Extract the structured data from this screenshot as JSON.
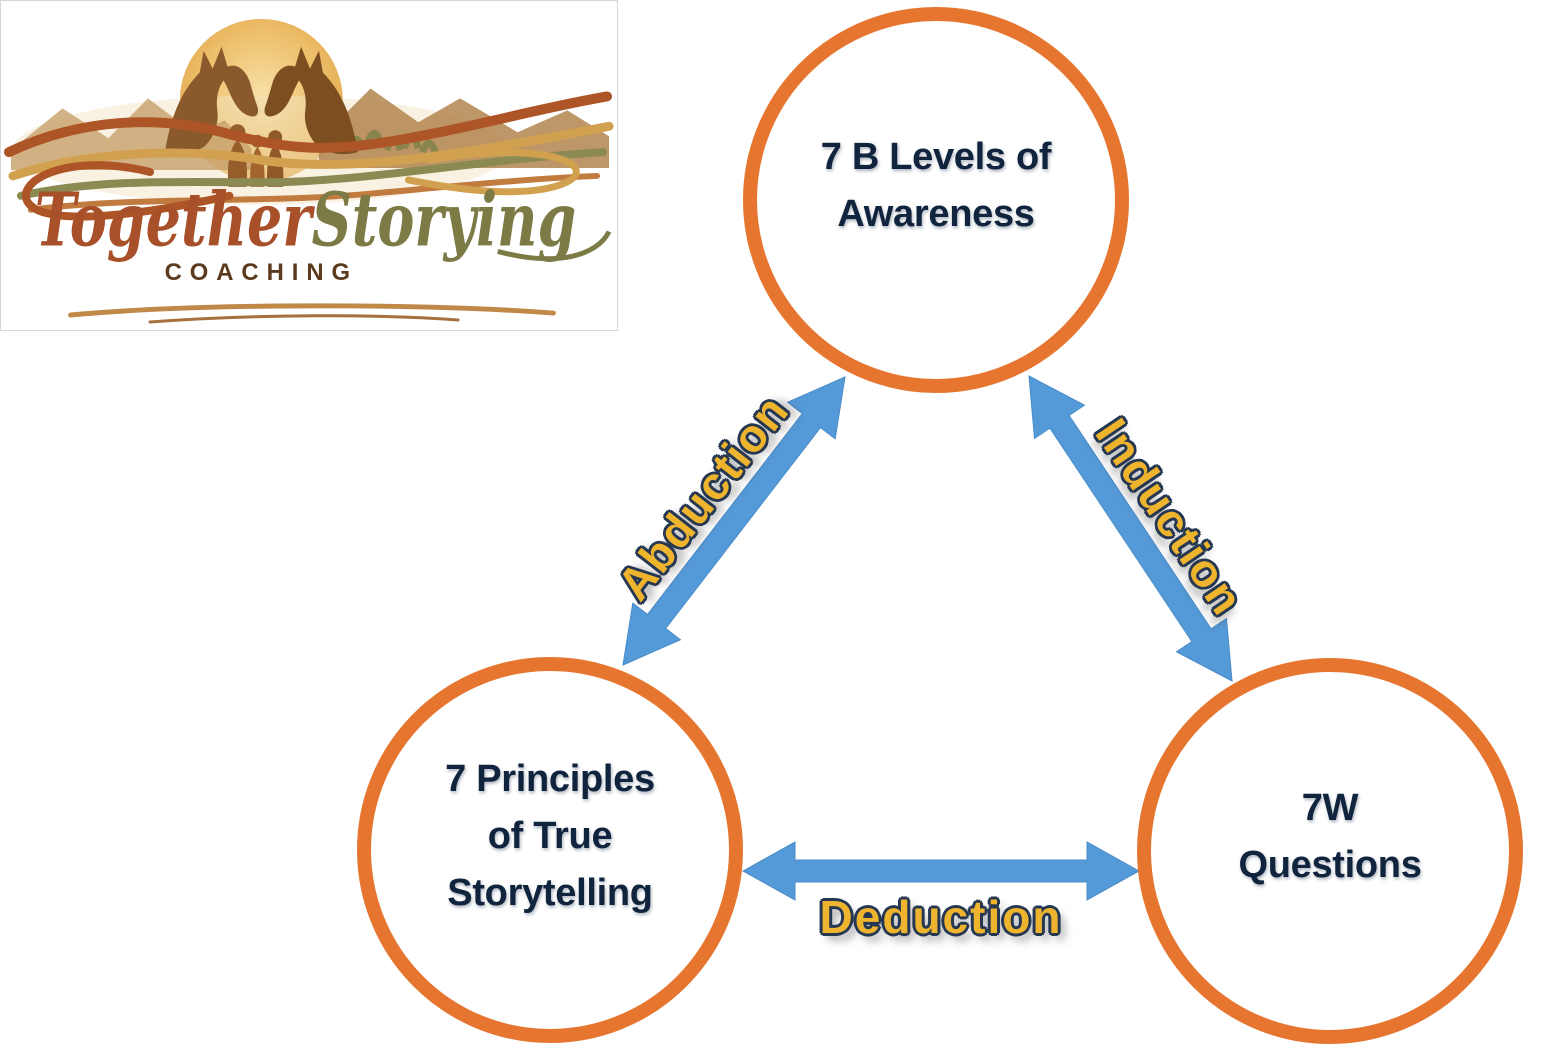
{
  "logo": {
    "brand_part1": "Together",
    "brand_part2": "Storying",
    "subtitle": "COACHING"
  },
  "diagram": {
    "nodes": [
      {
        "id": "levels-of-awareness",
        "lines": [
          "7 B Levels of",
          "Awareness"
        ]
      },
      {
        "id": "principles-of-true-storytelling",
        "lines": [
          "7 Principles",
          "of True",
          "Storytelling"
        ]
      },
      {
        "id": "7w-questions",
        "lines": [
          "7W",
          "Questions"
        ]
      }
    ],
    "arrows": [
      {
        "id": "abduction",
        "label": "Abduction",
        "connects": [
          "principles-of-true-storytelling",
          "levels-of-awareness"
        ]
      },
      {
        "id": "induction",
        "label": "Induction",
        "connects": [
          "7w-questions",
          "levels-of-awareness"
        ]
      },
      {
        "id": "deduction",
        "label": "Deduction",
        "connects": [
          "principles-of-true-storytelling",
          "7w-questions"
        ]
      }
    ]
  },
  "colors": {
    "circle_border": "#E6762F",
    "arrow_blue": "#559AD8",
    "node_text": "#10243E",
    "label_fill": "#EFB42D",
    "label_outline": "#253751"
  }
}
